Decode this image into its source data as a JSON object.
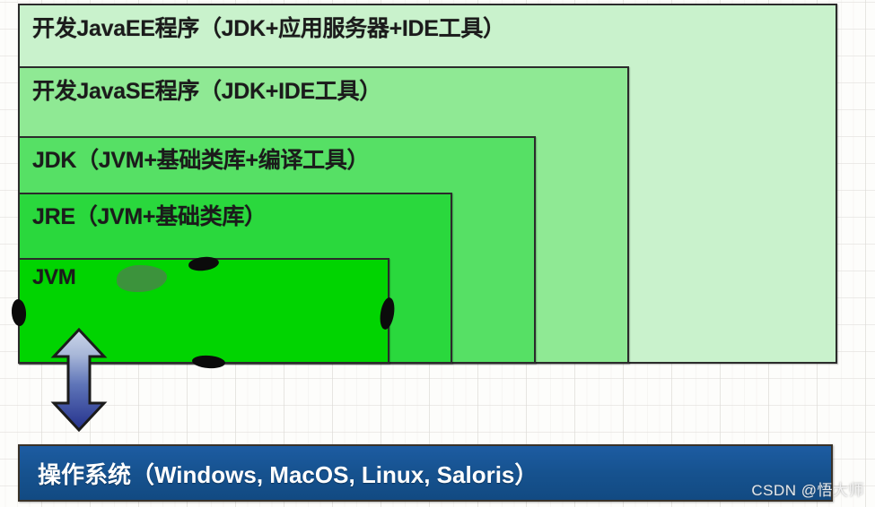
{
  "diagram": {
    "title": "Java platform layered architecture",
    "layers": [
      {
        "id": "javaee",
        "label": "开发JavaEE程序（JDK+应用服务器+IDE工具）",
        "color": "#c9f2cc"
      },
      {
        "id": "javase",
        "label": "开发JavaSE程序（JDK+IDE工具）",
        "color": "#8fe994"
      },
      {
        "id": "jdk",
        "label": "JDK（JVM+基础类库+编译工具）",
        "color": "#56e065"
      },
      {
        "id": "jre",
        "label": "JRE（JVM+基础类库）",
        "color": "#2ad83d"
      },
      {
        "id": "jvm",
        "label": "JVM",
        "color": "#01d401"
      }
    ],
    "os_bar": {
      "label": "操作系统（Windows, MacOS, Linux, Saloris）",
      "color": "#16528f",
      "text_color": "#ffffff"
    },
    "connector": {
      "name": "double-headed-vertical-arrow",
      "gradient_top": "#c3cfe6",
      "gradient_bottom": "#243a8f",
      "outline": "#1b1b1b"
    },
    "annotations": [
      {
        "name": "ink-mark-top-right",
        "color": "#0b0b0b"
      },
      {
        "name": "ink-mark-bottom",
        "color": "#0b0b0b"
      },
      {
        "name": "ink-mark-left",
        "color": "#0b0b0b"
      },
      {
        "name": "ink-mark-right",
        "color": "#0b0b0b"
      },
      {
        "name": "ink-blob",
        "color": "#3f8f3f"
      }
    ]
  },
  "watermark": {
    "text": "CSDN @悟大师"
  }
}
